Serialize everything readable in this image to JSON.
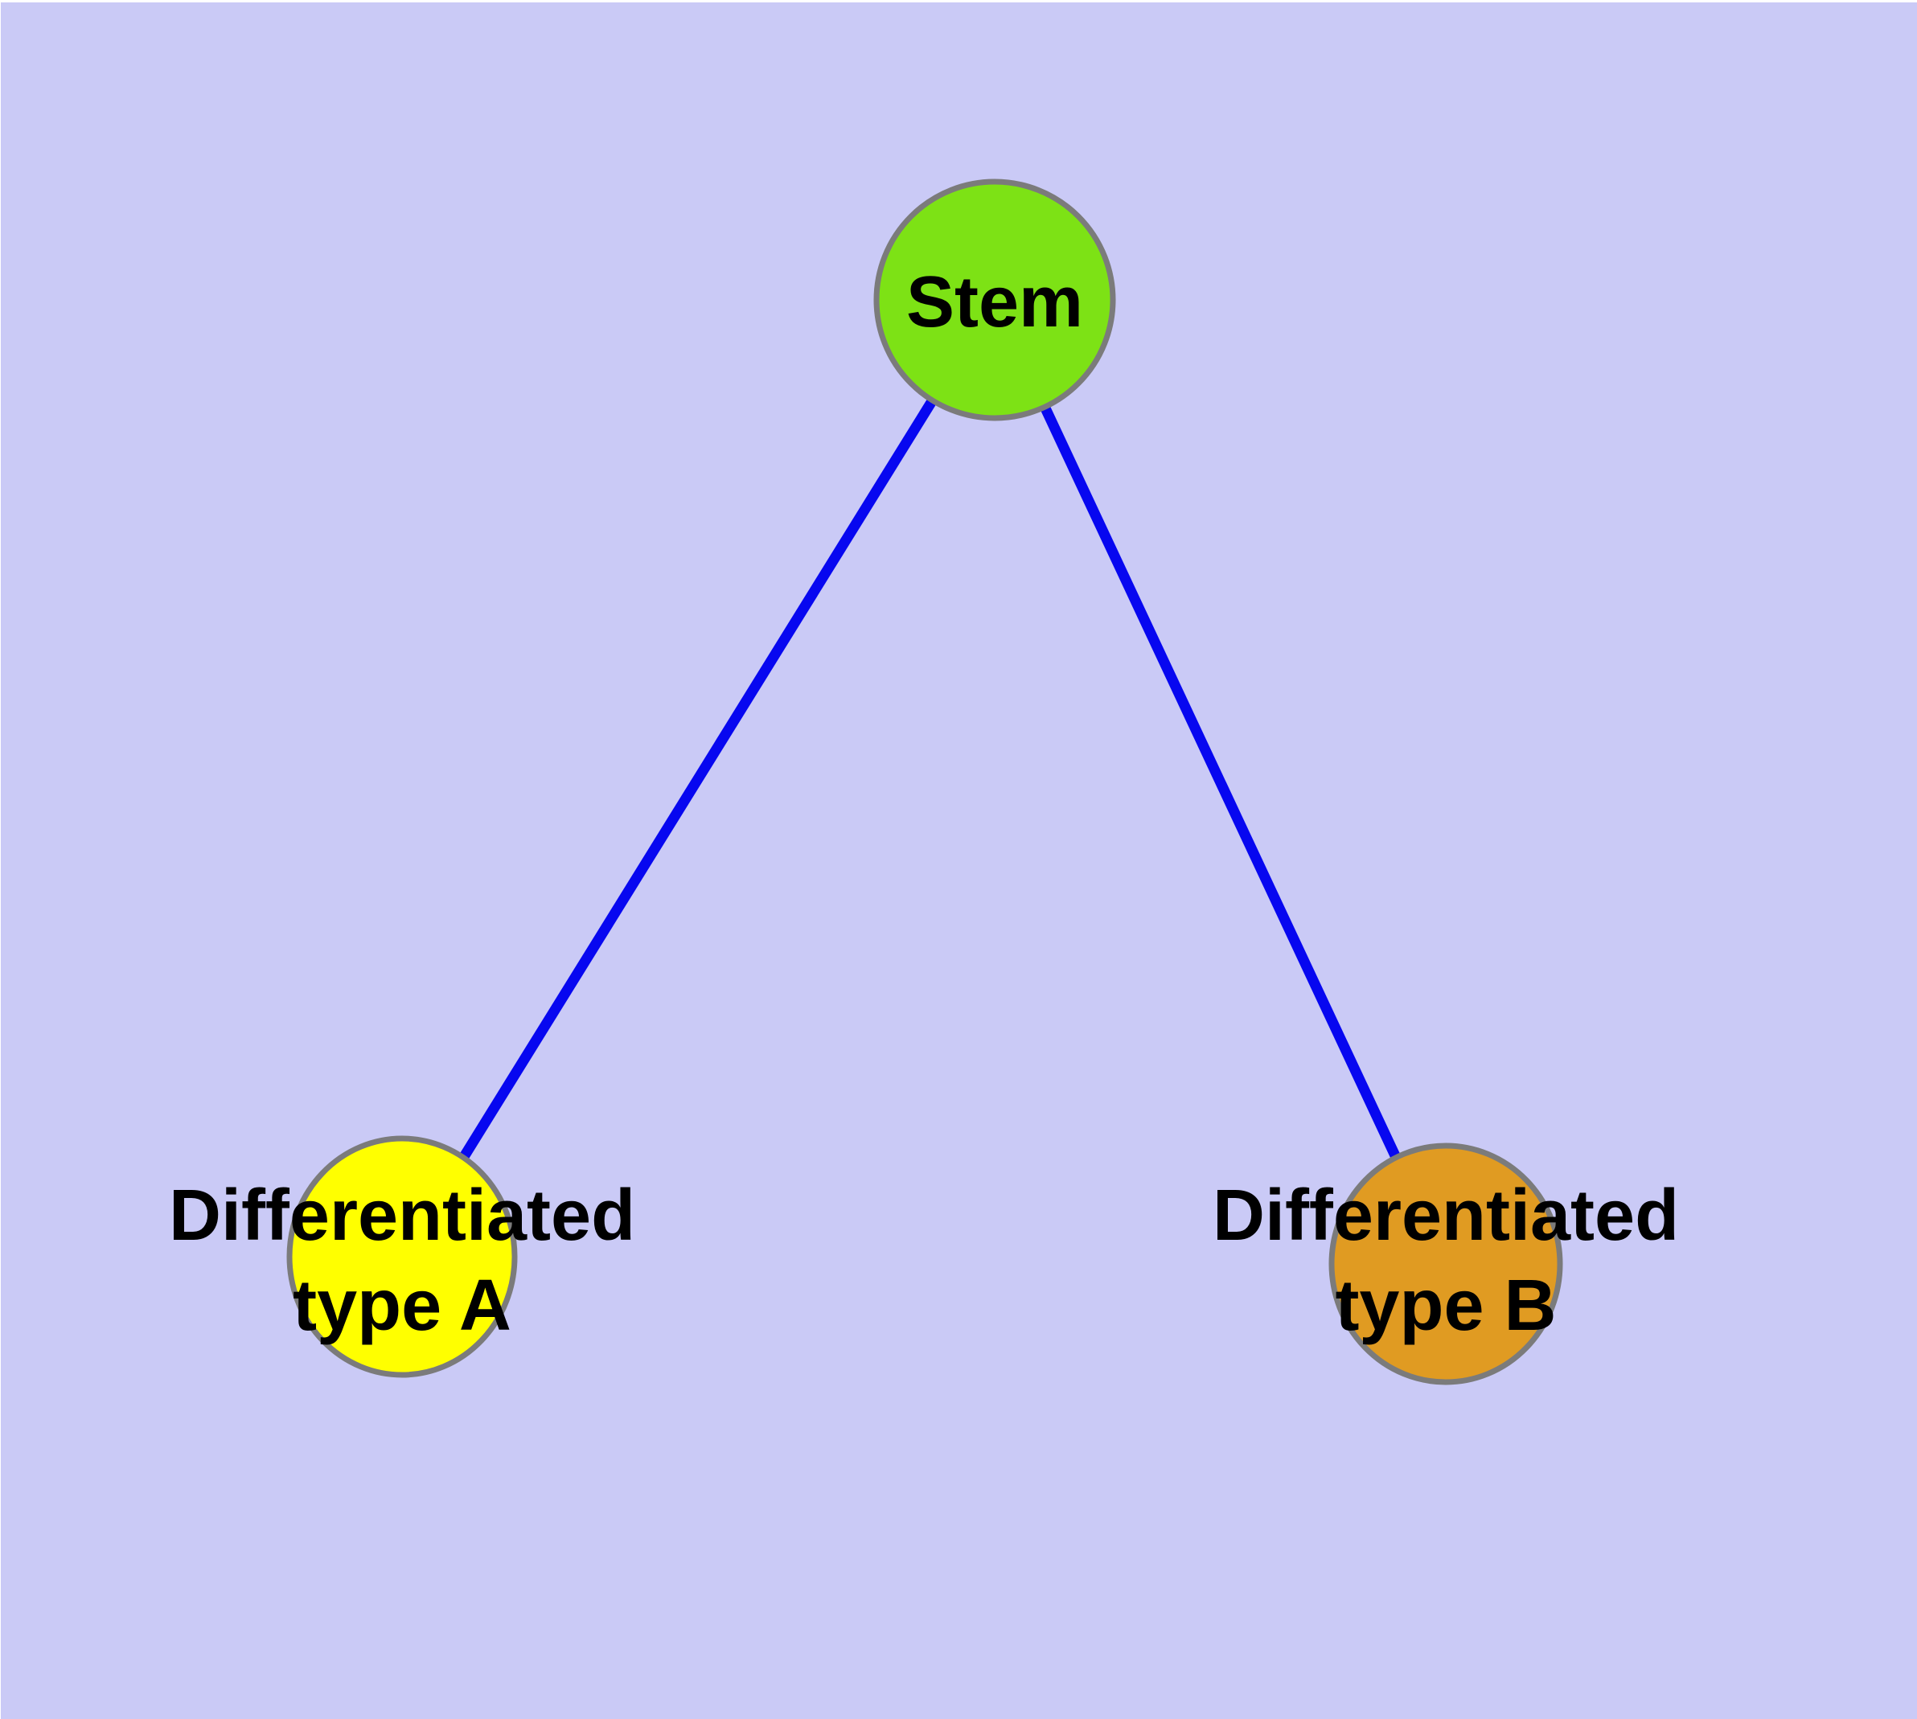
{
  "diagram": {
    "background_color": "#cacaf6",
    "top_border_color": "#ffffff",
    "node_border_color": "#7b7b7b",
    "edge_color": "#0707f0",
    "label_color": "#000000",
    "nodes": {
      "stem": {
        "label": "Stem",
        "fill": "#7de215"
      },
      "type_a": {
        "label_line1": "Differentiated",
        "label_line2": "type A",
        "fill": "#ffff00"
      },
      "type_b": {
        "label_line1": "Differentiated",
        "label_line2": "type B",
        "fill": "#e09b22"
      }
    },
    "edges": [
      {
        "from": "Stem",
        "to": "Differentiated type A"
      },
      {
        "from": "Stem",
        "to": "Differentiated type B"
      }
    ]
  }
}
